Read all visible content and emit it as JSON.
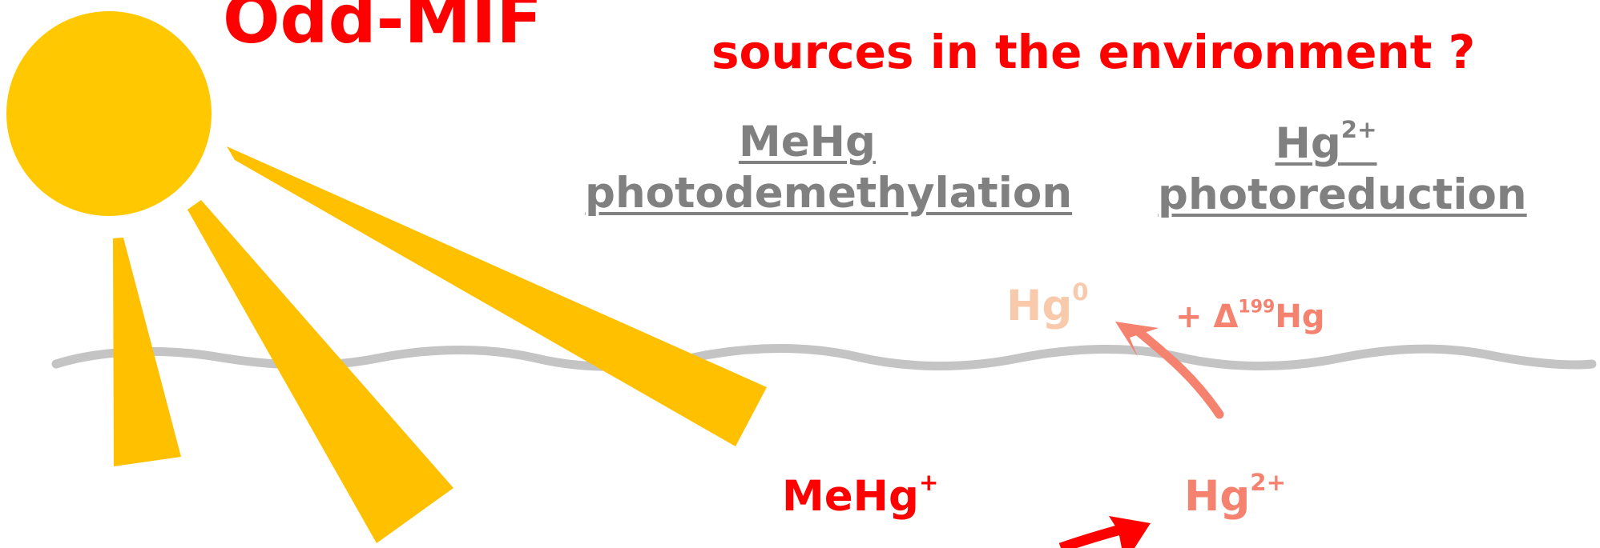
{
  "title": "Odd-MIF",
  "question_line2": "sources in the environment ?",
  "headings": {
    "left_line1": "MeHg",
    "left_line2": "photodemethylation",
    "right_base": "Hg",
    "right_sup": "2+",
    "right_line2": "photoreduction"
  },
  "species": {
    "hg0_base": "Hg",
    "hg0_sup": "0",
    "delta_prefix": "+ Δ",
    "delta_sup": "199",
    "delta_suffix": "Hg",
    "mehg_base": "MeHg",
    "mehg_sup": "+",
    "hg2_base": "Hg",
    "hg2_sup": "2+"
  },
  "colors": {
    "title_red": "#ff0000",
    "heading_gray": "#808080",
    "sun_yellow": "#ffc800",
    "ray_orange": "#ffc000",
    "water_gray": "#c4c4c4",
    "hg0_peach": "#f8c9aa",
    "salmon": "#f4826f"
  }
}
